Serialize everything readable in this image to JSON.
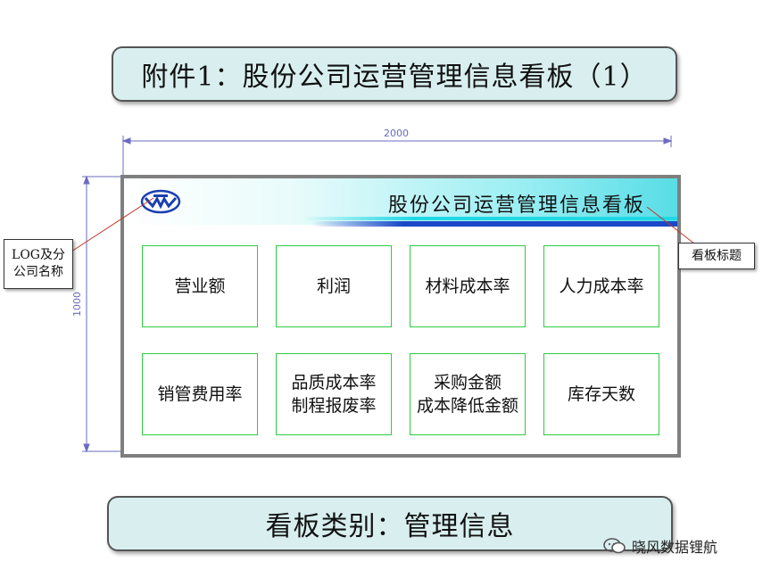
{
  "title": "附件1：股份公司运营管理信息看板（1）",
  "dimension_width": "2000",
  "dimension_height": "1000",
  "board": {
    "title": "股份公司运营管理信息看板",
    "cells": [
      {
        "text": "营业额"
      },
      {
        "text": "利润"
      },
      {
        "text": "材料成本率"
      },
      {
        "text": "人力成本率"
      },
      {
        "text": "销管费用率"
      },
      {
        "text": "品质成本率\n制程报废率"
      },
      {
        "text": "采购金额\n成本降低金额"
      },
      {
        "text": "库存天数"
      }
    ]
  },
  "callouts": {
    "left": "LOG及分\n公司名称",
    "right": "看板标题"
  },
  "footer": "看板类别：管理信息",
  "watermark": "晓风数据锂航",
  "colors": {
    "box_fill": "#d9efef",
    "cell_border": "#2ecc40",
    "header_gradient_end": "#58dde6",
    "stripe_blue": "#1a48c8",
    "dimension_line": "#6b6bbf",
    "callout_line": "#c0392b"
  }
}
